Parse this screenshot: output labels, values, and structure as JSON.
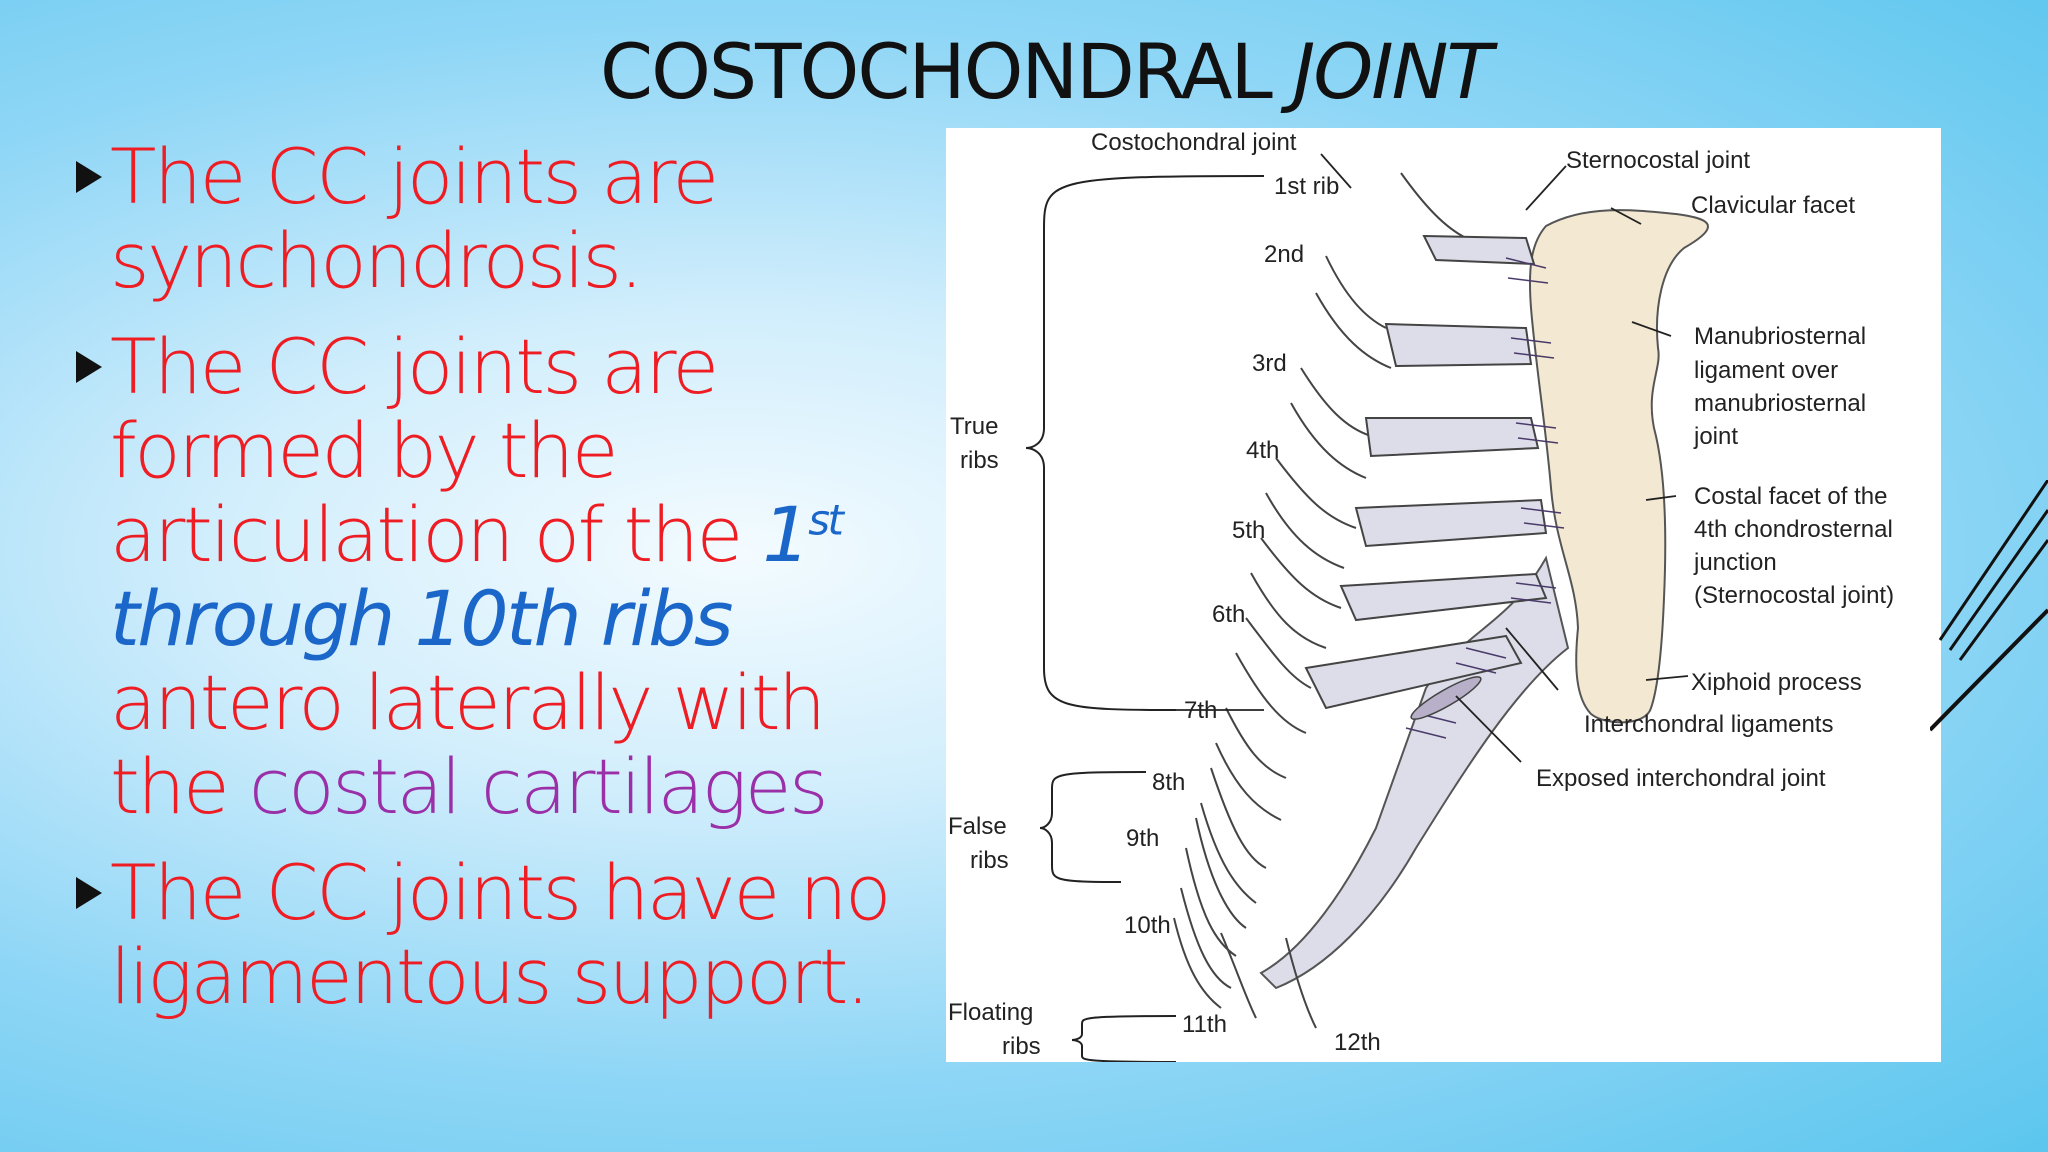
{
  "title": {
    "main": "COSTOCHONDRAL",
    "italic": "JOINT"
  },
  "bullets": [
    {
      "text": "The CC joints are synchondrosis."
    },
    {
      "part1": "The CC joints are formed by the articulation of the ",
      "part2": "1",
      "part2_sup": "st",
      "part3": " through 10th ribs",
      "part4": " antero laterally with the ",
      "part5": "costal cartilages"
    },
    {
      "text": "The CC joints have no ligamentous support."
    }
  ],
  "figure": {
    "labels": {
      "costochondral_joint": "Costochondral joint",
      "sternocostal_joint": "Sternocostal joint",
      "clavicular_facet": "Clavicular facet",
      "manubriosternal": [
        "Manubriosternal",
        "ligament over",
        "manubriosternal",
        "joint"
      ],
      "costal_facet": [
        "Costal facet of the",
        "4th chondrosternal",
        "junction",
        "(Sternocostal joint)"
      ],
      "xiphoid_process": "Xiphoid process",
      "interchondral_ligaments": "Interchondral ligaments",
      "exposed_interchondral_joint": "Exposed interchondral joint",
      "true_ribs": [
        "True",
        "ribs"
      ],
      "false_ribs": [
        "False",
        "ribs"
      ],
      "floating_ribs": [
        "Floating",
        "ribs"
      ]
    },
    "ribs": [
      "1st rib",
      "2nd",
      "3rd",
      "4th",
      "5th",
      "6th",
      "7th",
      "8th",
      "9th",
      "10th",
      "11th",
      "12th"
    ]
  },
  "colors": {
    "bullet_text": "#ee1d23",
    "highlight_blue": "#1b66c9",
    "highlight_purple": "#9a2fa8",
    "cartilage": "#dcdde8",
    "bone": "#f3e8d2"
  }
}
